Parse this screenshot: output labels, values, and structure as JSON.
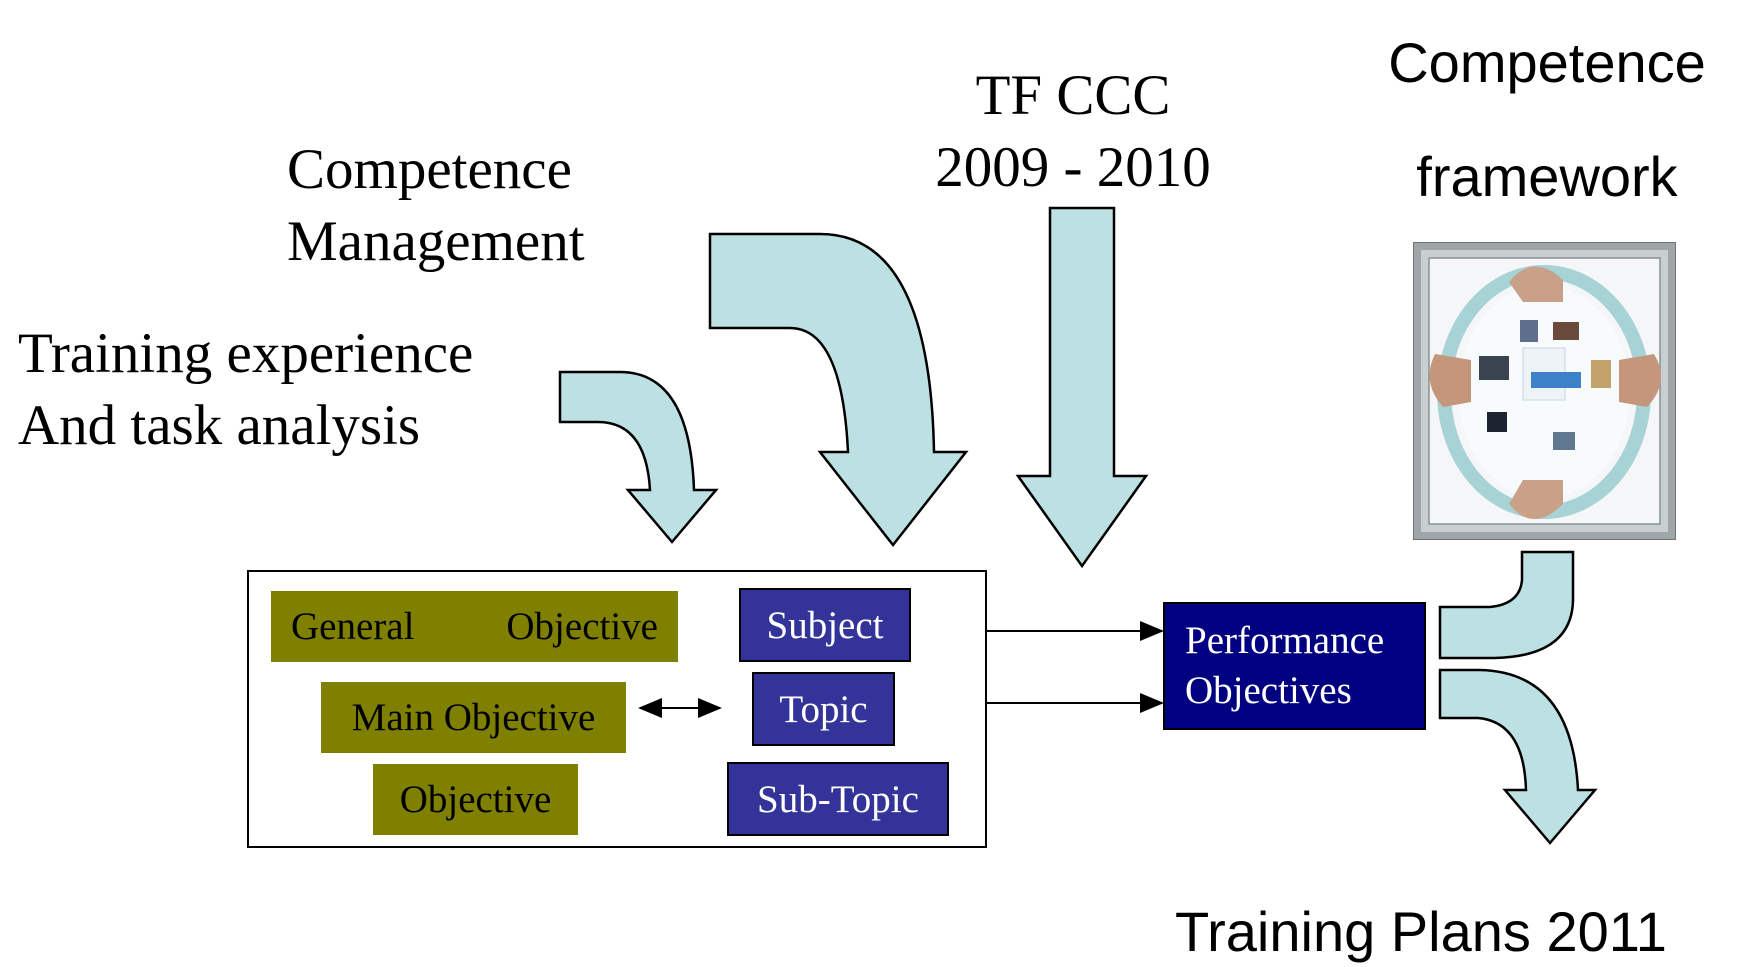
{
  "labels": {
    "training_experience": [
      "Training experience",
      "And task analysis"
    ],
    "competence_management": [
      "Competence",
      "Management"
    ],
    "tf_ccc": [
      "TF CCC",
      "2009 - 2010"
    ],
    "competence_framework": [
      "Competence",
      "framework"
    ],
    "training_plans": "Training Plans 2011"
  },
  "boxes": {
    "general_objective": [
      "General",
      "Objective"
    ],
    "main_objective": "Main Objective",
    "objective": "Objective",
    "subject": "Subject",
    "topic": "Topic",
    "sub_topic": "Sub-Topic",
    "performance_objectives": [
      "Performance",
      "Objectives"
    ]
  },
  "colors": {
    "arrow_fill": "#bde0e3",
    "olive": "#808000",
    "blue": "#333399",
    "navy": "#000080"
  },
  "icons": {
    "framework_image": "picture-frame-icon"
  }
}
